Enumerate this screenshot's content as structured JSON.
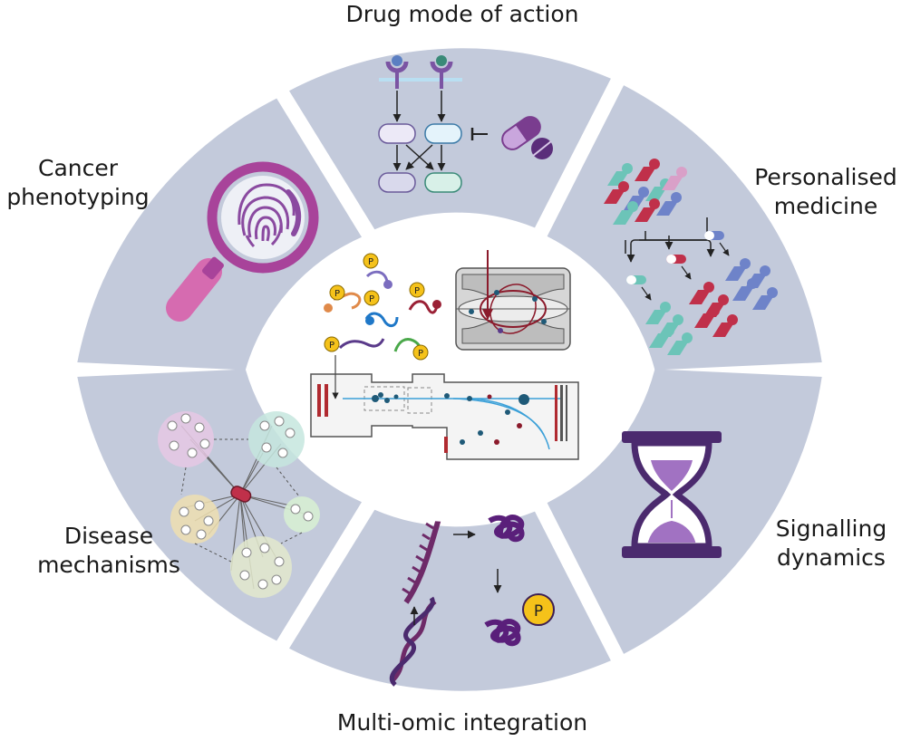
{
  "labels": {
    "top": "Drug mode of action",
    "top_right": [
      "Personalised",
      "medicine"
    ],
    "right": [
      "Signalling",
      "dynamics"
    ],
    "bottom": "Multi-omic integration",
    "left": [
      "Disease",
      "mechanisms"
    ],
    "top_left": [
      "Cancer",
      "phenotyping"
    ]
  },
  "glyphs": {
    "phospho": "P"
  },
  "colors": {
    "segment": "#c3cadb",
    "purple": "#7a3d8f",
    "dark_purple": "#4b2a6e",
    "pink": "#d9a0c8",
    "red": "#c0304a",
    "teal": "#6cc4b8",
    "blue": "#6e83c9",
    "yellow": "#f5c21a"
  }
}
